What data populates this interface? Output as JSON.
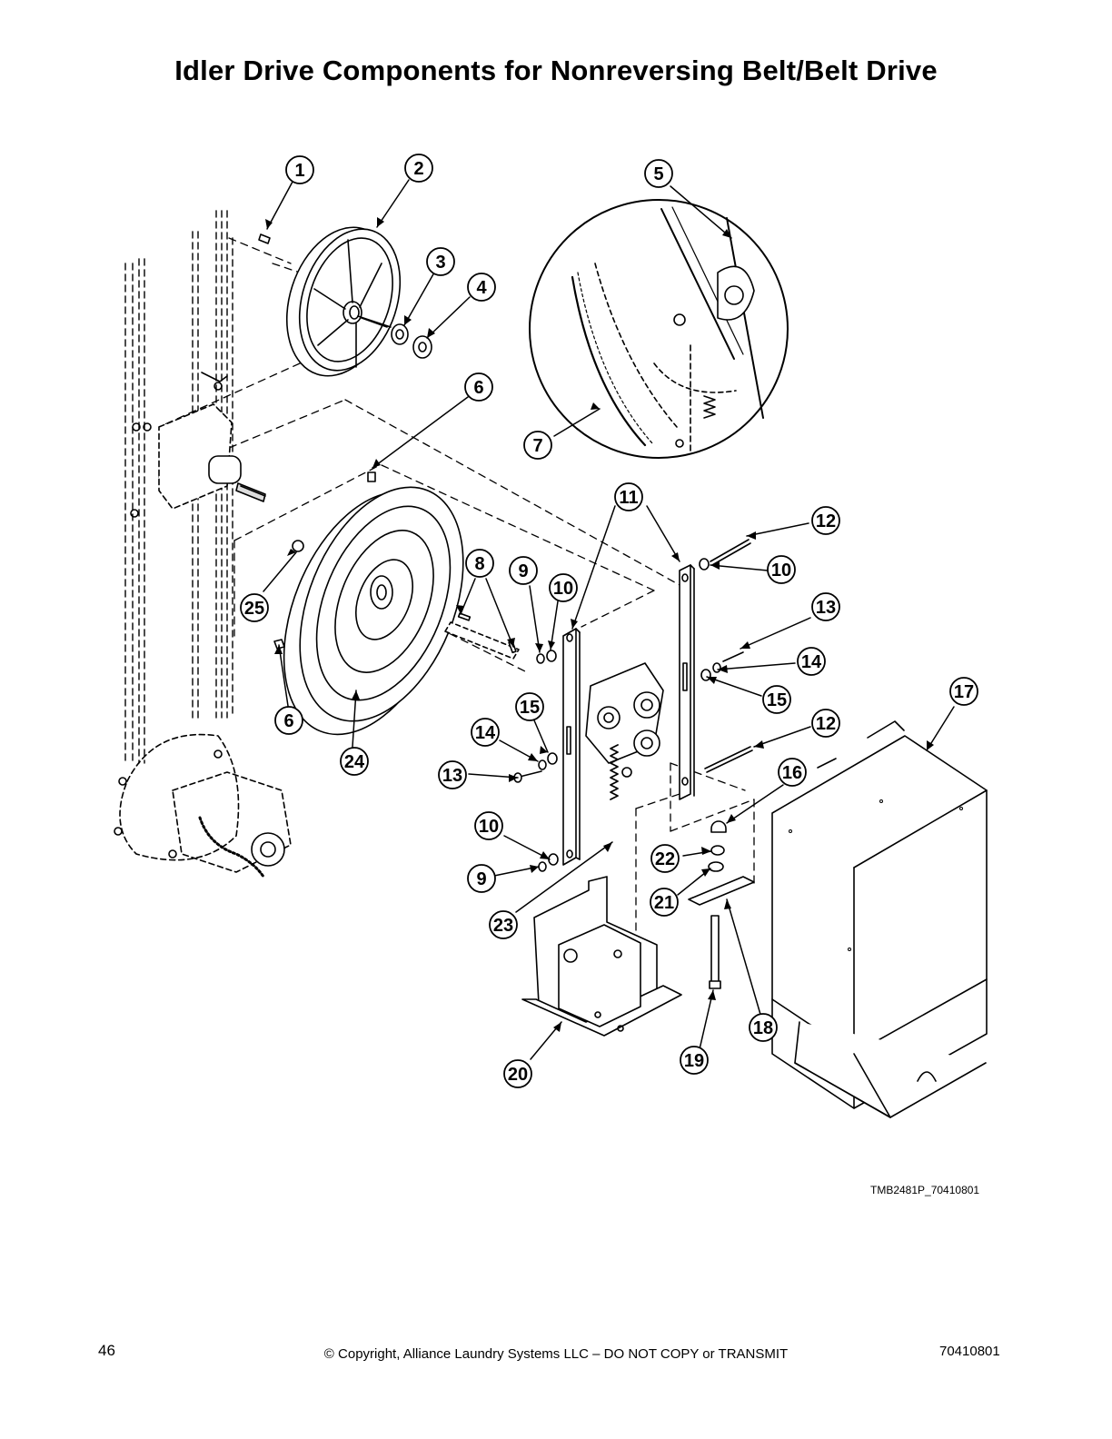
{
  "page": {
    "title": "Idler Drive Components for Nonreversing Belt/Belt Drive",
    "figure_id": "TMB2481P_70410801",
    "page_number": "46",
    "copyright": "© Copyright, Alliance Laundry Systems LLC – DO NOT COPY or TRANSMIT",
    "document_number": "70410801"
  },
  "callouts": [
    "1",
    "2",
    "3",
    "4",
    "5",
    "6",
    "7",
    "8",
    "9",
    "10",
    "11",
    "12",
    "13",
    "14",
    "15",
    "16",
    "17",
    "18",
    "19",
    "20",
    "21",
    "22",
    "23",
    "24",
    "25"
  ],
  "colors": {
    "ink": "#000000",
    "background": "#ffffff",
    "shade": "#e6e6e6"
  }
}
